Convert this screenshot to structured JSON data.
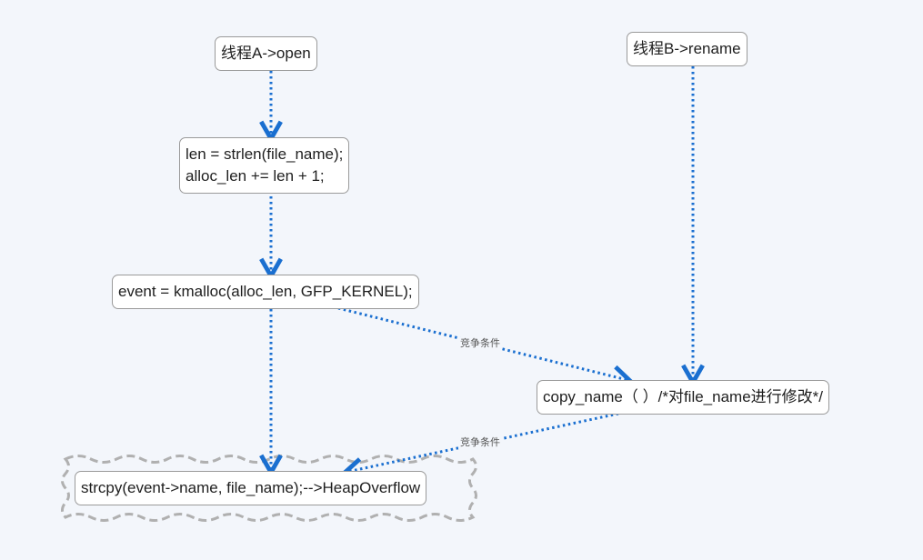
{
  "diagram": {
    "nodes": {
      "thread_a": {
        "lines": [
          "线程A->open"
        ]
      },
      "thread_b": {
        "lines": [
          "线程B->rename"
        ]
      },
      "len": {
        "lines": [
          "len = strlen(file_name);",
          "alloc_len += len + 1;"
        ]
      },
      "kmalloc": {
        "lines": [
          "event = kmalloc(alloc_len, GFP_KERNEL);"
        ]
      },
      "copy_name": {
        "lines": [
          "copy_name（ ）/*对file_name进行修改*/"
        ]
      },
      "strcpy": {
        "lines": [
          "strcpy(event->name, file_name);-->HeapOverflow"
        ]
      }
    },
    "edge_labels": {
      "race_1": "竞争条件",
      "race_2": "竞争条件"
    },
    "colors": {
      "edge": "#1a6fd0",
      "node_border": "#9a9a9a",
      "background": "#f3f6fb",
      "highlight_border": "#b0b0b0"
    }
  }
}
